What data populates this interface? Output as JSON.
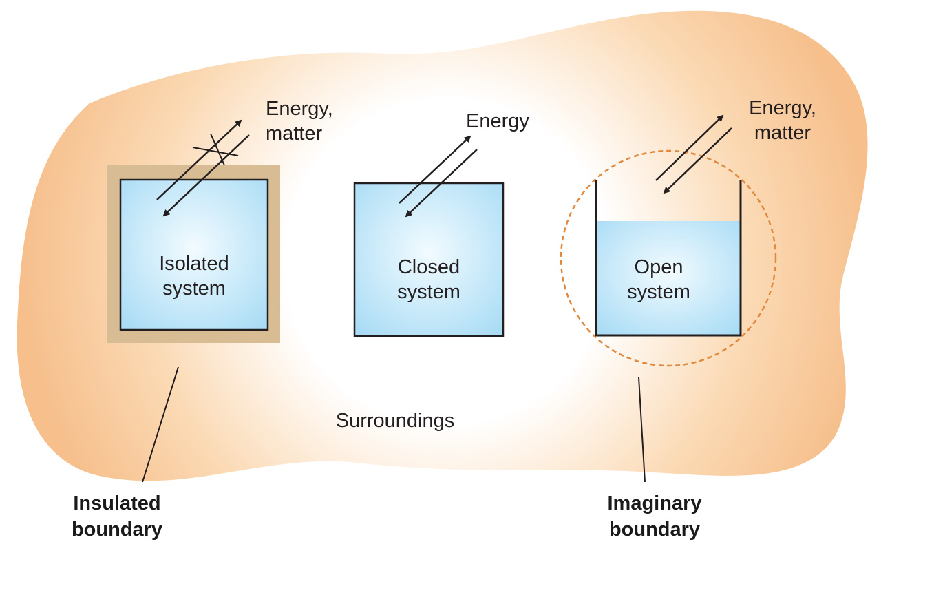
{
  "colors": {
    "surroundings_outer": "#f6bf8c",
    "surroundings_inner": "#ffffff",
    "system_fill": "#b7e3f7",
    "insulation": "#d8bd94",
    "boundary_dashed": "#e0893e",
    "ink": "#231f20"
  },
  "surroundings": {
    "label": "Surroundings"
  },
  "systems": [
    {
      "name_line1": "Isolated",
      "name_line2": "system",
      "flow_line1": "Energy,",
      "flow_line2": "matter"
    },
    {
      "name_line1": "Closed",
      "name_line2": "system",
      "flow_line1": "Energy"
    },
    {
      "name_line1": "Open",
      "name_line2": "system",
      "flow_line1": "Energy,",
      "flow_line2": "matter"
    }
  ],
  "callouts": {
    "insulated": {
      "line1": "Insulated",
      "line2": "boundary"
    },
    "imaginary": {
      "line1": "Imaginary",
      "line2": "boundary"
    }
  }
}
